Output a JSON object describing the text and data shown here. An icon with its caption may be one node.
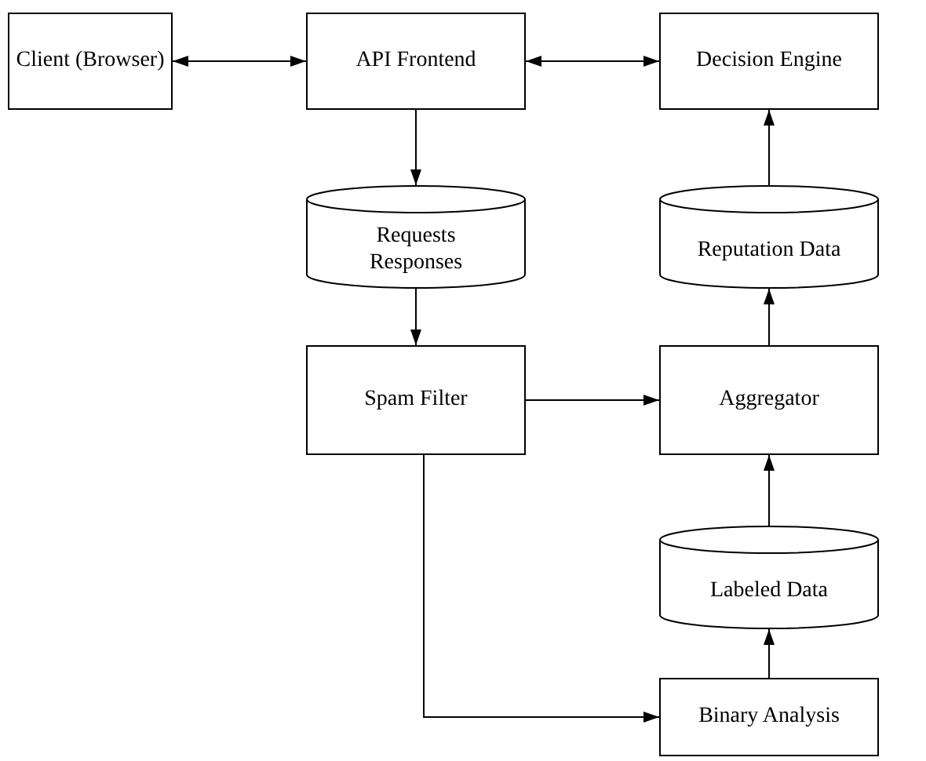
{
  "diagram": {
    "nodes": [
      {
        "text": [
          "Client (Browser)"
        ]
      },
      {
        "text": [
          "API Frontend"
        ]
      },
      {
        "text": [
          "Decision Engine"
        ]
      },
      {
        "text": [
          "Requests Responses"
        ]
      },
      {
        "text": [
          "Reputation Data"
        ]
      },
      {
        "text": [
          "Spam Filter"
        ]
      },
      {
        "text": [
          "Aggregator"
        ]
      },
      {
        "text": [
          "Labeled Data"
        ]
      },
      {
        "text": [
          "Binary Analysis"
        ]
      }
    ],
    "edges": [
      {
        "from": 0,
        "to": 1,
        "arrow": "both"
      },
      {
        "from": 1,
        "to": 2,
        "arrow": "both"
      },
      {
        "from": 1,
        "to": 3,
        "arrow": "to"
      },
      {
        "from": 3,
        "to": 5,
        "arrow": "to"
      },
      {
        "from": 5,
        "to": 6,
        "arrow": "to"
      },
      {
        "from": 5,
        "to": 8,
        "arrow": "to"
      },
      {
        "from": 8,
        "to": 7,
        "arrow": "to"
      },
      {
        "from": 7,
        "to": 6,
        "arrow": "to"
      },
      {
        "from": 6,
        "to": 4,
        "arrow": "to"
      },
      {
        "from": 4,
        "to": 2,
        "arrow": "to"
      }
    ]
  }
}
